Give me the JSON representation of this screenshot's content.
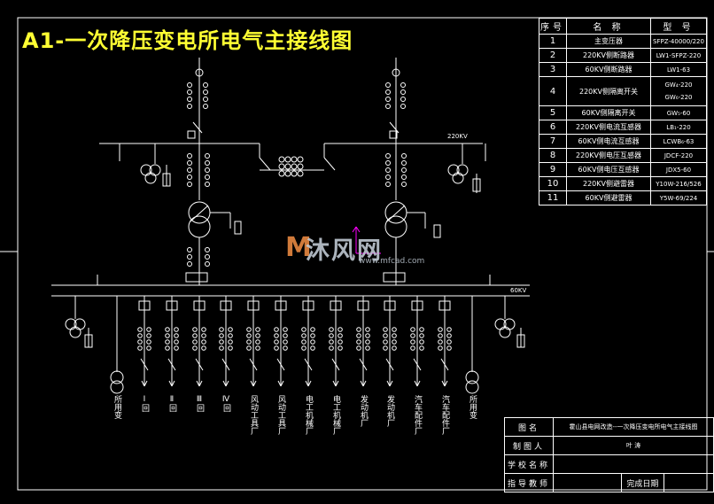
{
  "title": "A1-一次降压变电所电气主接线图",
  "legend": {
    "headers": [
      "序号",
      "名  称",
      "型  号"
    ],
    "rows": [
      {
        "no": "1",
        "name": "主变压器",
        "model": "SFPZ-40000/220"
      },
      {
        "no": "2",
        "name": "220KV侧断路器",
        "model": "LW1-SFPZ-220"
      },
      {
        "no": "3",
        "name": "60KV侧断路器",
        "model": "LW1-63"
      },
      {
        "no": "4",
        "name": "220KV侧隔离开关",
        "model": "GW₄-220\nGW₆-220"
      },
      {
        "no": "5",
        "name": "60KV侧隔离开关",
        "model": "GW₅-60"
      },
      {
        "no": "6",
        "name": "220KV侧电流互感器",
        "model": "LB₁-220"
      },
      {
        "no": "7",
        "name": "60KV侧电流互感器",
        "model": "LCWB₆-63"
      },
      {
        "no": "8",
        "name": "220KV侧电压互感器",
        "model": "JDCF-220"
      },
      {
        "no": "9",
        "name": "60KV侧电压互感器",
        "model": "JDX5-60"
      },
      {
        "no": "10",
        "name": "220KV侧避雷器",
        "model": "Y10W-216/526"
      },
      {
        "no": "11",
        "name": "60KV侧避雷器",
        "model": "Y5W-69/224"
      }
    ]
  },
  "title_block": {
    "drawing_name_label": "图名",
    "drawing_name": "霍山县电网改造--一次降压变电所电气主接线图",
    "drafter_label": "制图人",
    "drafter": "叶 涛",
    "school_label": "学校名称",
    "school": "",
    "advisor_label": "指导教师",
    "advisor": "",
    "date_label": "完成日期",
    "date": ""
  },
  "bus_labels": {
    "hv": "220KV",
    "lv": "60KV"
  },
  "feeders": [
    "所用变",
    "Ⅰ回",
    "Ⅱ回",
    "Ⅲ回",
    "Ⅳ回",
    "风动工具厂",
    "风动工具厂",
    "电工机械厂",
    "电工机械厂",
    "发动机厂",
    "发动机厂",
    "汽车配件厂",
    "汽车配件厂",
    "所用变"
  ],
  "watermark": {
    "logo": "M",
    "text": "沐风网",
    "url": "www.mfcad.com"
  },
  "colors": {
    "background": "#000000",
    "lines": "#ffffff",
    "title": "#ffff33",
    "accent": "#ff00ff"
  }
}
